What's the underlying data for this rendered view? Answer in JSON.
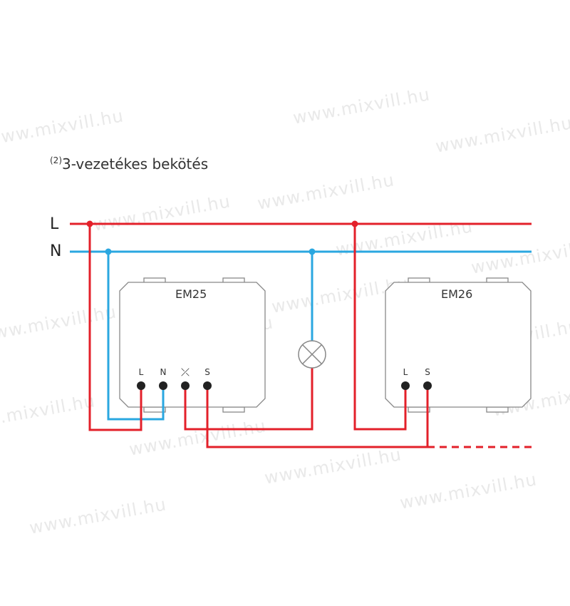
{
  "title": {
    "superscript": "(2)",
    "text": "3-vezetékes bekötés"
  },
  "buses": {
    "line": "L",
    "neutral": "N"
  },
  "devices": [
    {
      "name": "EM25",
      "terminals": [
        "L",
        "N",
        "⤫",
        "S"
      ]
    },
    {
      "name": "EM26",
      "terminals": [
        "L",
        "S"
      ]
    }
  ],
  "watermark": "www.mixvill.hu",
  "colors": {
    "live": "#e3202a",
    "neutral": "#2aa7e0",
    "outline": "#888888"
  }
}
